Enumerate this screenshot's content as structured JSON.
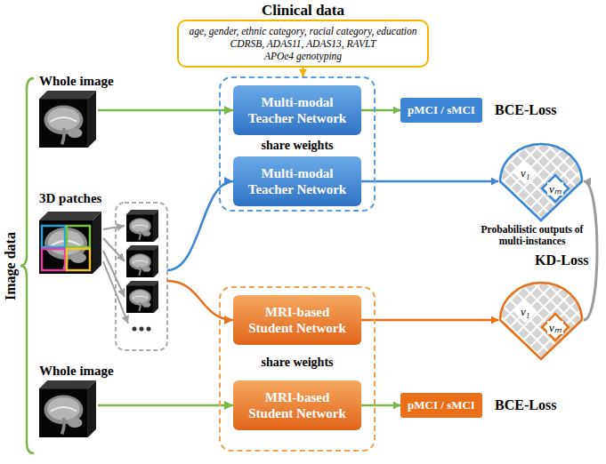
{
  "diagram": {
    "nodes": [
      {
        "text": [
          "Clinical data",
          "age, gender, ethnic category, racial category, education",
          "CDRSB, ADAS11, ADAS13, RAVLT",
          "APOe4 genotyping"
        ]
      },
      {
        "text": [
          "share weights"
        ]
      },
      {
        "text": [
          "Multi-modal Teacher Network"
        ],
        "in": 1
      },
      {
        "text": [
          "Multi-modal Teacher Network"
        ],
        "in": 1
      },
      {
        "text": [
          "share weights"
        ]
      },
      {
        "text": [
          "MRI-based Student Network"
        ],
        "in": 4
      },
      {
        "text": [
          "MRI-based Student Network"
        ],
        "in": 4
      },
      {
        "text": [
          "pMCI / sMCI"
        ]
      },
      {
        "text": [
          "pMCI / sMCI"
        ]
      },
      {
        "text": [
          "v₁",
          "vₘ"
        ]
      },
      {
        "text": [
          "v₁",
          "vₘ"
        ]
      }
    ],
    "edges": [
      {
        "from": 0,
        "to": 1,
        "arrow": "to"
      },
      {
        "from": 2,
        "to": 7,
        "arrow": "to"
      },
      {
        "from": 3,
        "to": 9,
        "arrow": "to"
      },
      {
        "from": 5,
        "to": 10,
        "arrow": "to"
      },
      {
        "from": 6,
        "to": 8,
        "arrow": "to"
      },
      {
        "from": 10,
        "to": 9,
        "arrow": "to",
        "label": "KD-Loss"
      }
    ],
    "labels": [
      "Whole image",
      "3D patches",
      "Whole image",
      "Image data",
      "BCE-Loss",
      "BCE-Loss",
      "Probabilistic outputs of multi-instances"
    ]
  }
}
